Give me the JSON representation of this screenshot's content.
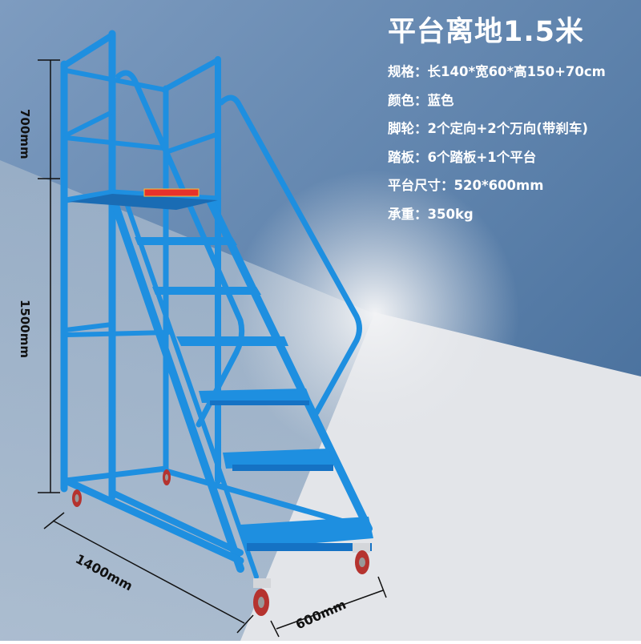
{
  "title": "平台离地1.5米",
  "specs": [
    {
      "label": "规格：",
      "value": "长140*宽60*高150+70cm"
    },
    {
      "label": "颜色：",
      "value": "蓝色"
    },
    {
      "label": "脚轮：",
      "value": "2个定向+2个万向(带刹车)"
    },
    {
      "label": "踏板：",
      "value": "6个踏板+1个平台"
    },
    {
      "label": "平台尺寸：",
      "value": "520*600mm"
    },
    {
      "label": "承重：",
      "value": "350kg"
    }
  ],
  "dimensions": {
    "guardrail_height": "700mm",
    "platform_height": "1500mm",
    "length": "1400mm",
    "width": "600mm"
  },
  "colors": {
    "background_top": "#6f8fb3",
    "background_wall_right": "#416a97",
    "floor": "#e4e6ea",
    "ladder_blue": "#1e8fe0",
    "caster_red": "#b5332f",
    "warning_label": "#e8312a"
  }
}
